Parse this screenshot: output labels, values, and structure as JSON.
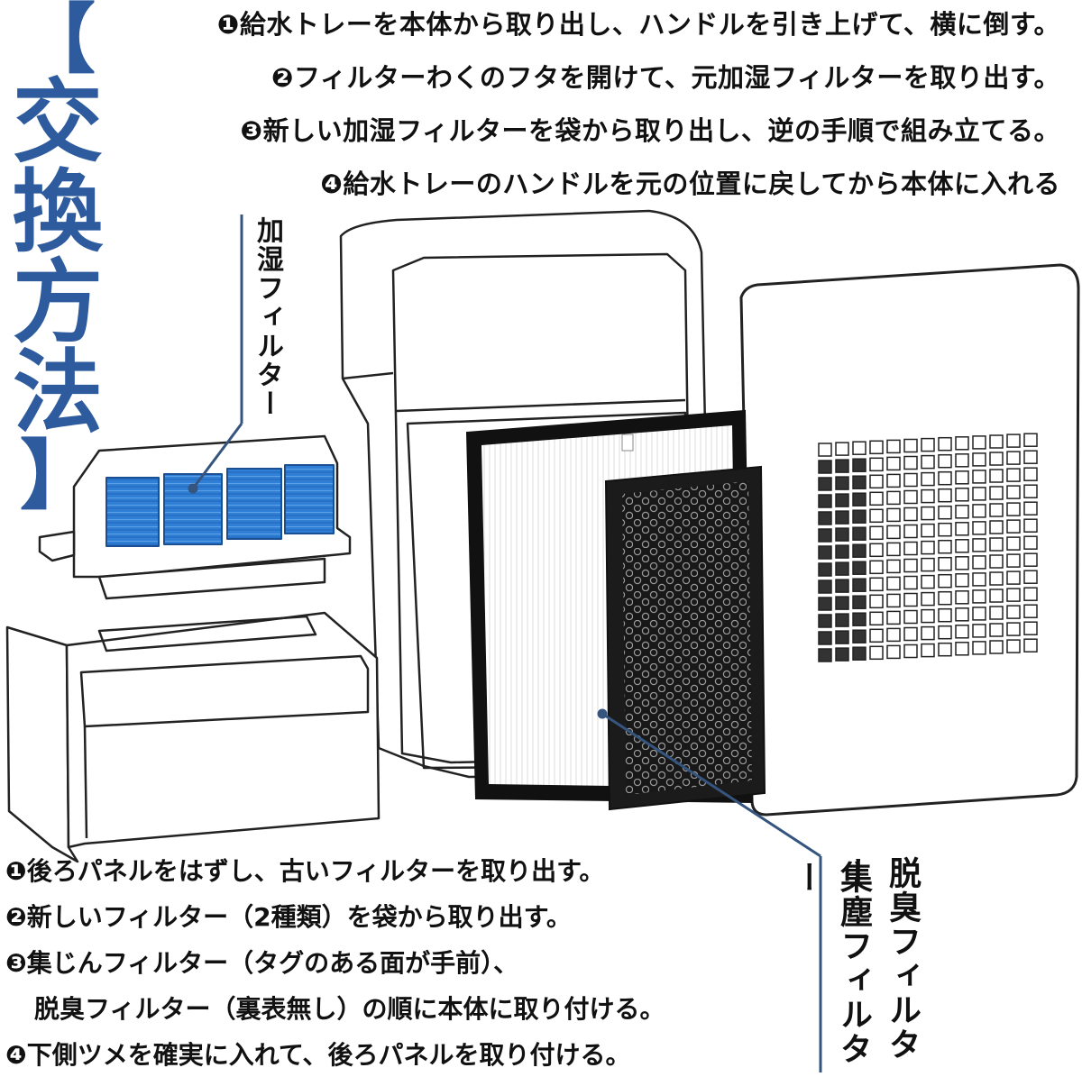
{
  "title": "【交換方法】",
  "title_chars": [
    "【",
    "交",
    "換",
    "方",
    "法",
    "】"
  ],
  "steps_top": [
    "❶給水トレーを本体から取り出し、ハンドルを引き上げて、横に倒す。",
    "❷フィルターわくのフタを開けて、元加湿フィルターを取り出す。",
    "❸新しい加湿フィルターを袋から取り出し、逆の手順で組み立てる。",
    "❹給水トレーのハンドルを元の位置に戻してから本体に入れる"
  ],
  "steps_bottom": [
    "❶後ろパネルをはずし、古いフィルターを取り出す。",
    "❷新しいフィルター（2種類）を袋から取り出す。",
    "❸集じんフィルター（タグのある面が手前）、",
    "脱臭フィルター（裏表無し）の順に本体に取り付ける。",
    "❹下側ツメを確実に入れて、後ろパネルを取り付ける。"
  ],
  "labels": {
    "humidifier_filter": "加湿フィルター",
    "deodorizing_filter": "脱臭フィルター",
    "dust_filter": "集塵フィルター"
  },
  "colors": {
    "accent": "#2d5b9e",
    "callout_line": "#35557f",
    "humid_filter_blue": "#2f7fd6",
    "carbon_filter": "#1b1b1b"
  }
}
